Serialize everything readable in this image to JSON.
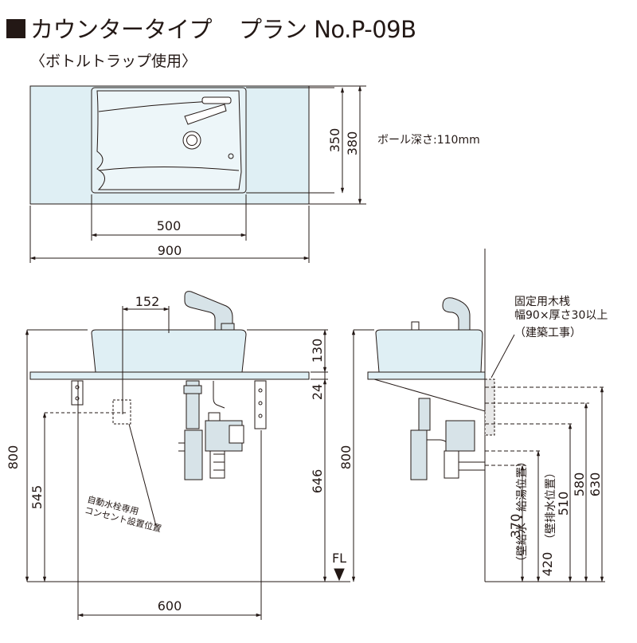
{
  "header": {
    "title_main": "カウンタータイプ",
    "title_plan": "プラン No.P-09B",
    "subtitle": "〈ボトルトラップ使用〉"
  },
  "plan_view": {
    "bowl_depth_note": "ボール深さ:110mm",
    "dim_bowl_width": "500",
    "dim_counter_width": "900",
    "dim_bowl_depth": "350",
    "dim_counter_depth": "380"
  },
  "front_view": {
    "dim_faucet_offset": "152",
    "dim_bowl_height": "130",
    "dim_counter_thickness": "24",
    "dim_total_height": "800",
    "dim_outlet_height": "545",
    "dim_under_counter": "646",
    "dim_bracket_span": "600",
    "outlet_label_line1": "自動水栓専用",
    "outlet_label_line2": "コンセント設置位置",
    "floor_label": "FL"
  },
  "side_view": {
    "dim_total_height": "800",
    "wood_note_line1": "固定用木桟",
    "wood_note_line2": "幅90×厚さ30以上",
    "wood_note_line3": "（建築工事）",
    "dim_370": "370",
    "dim_420": "420",
    "label_supply": "（壁給水・給湯位置）",
    "label_drain": "（壁排水位置）",
    "dim_510": "510",
    "dim_580": "580",
    "dim_630": "630"
  },
  "colors": {
    "line": "#231815",
    "counter_fill": "#dfeff4",
    "fixture_fill": "#d7e3e8",
    "wood_fill": "#e8e8e8"
  }
}
